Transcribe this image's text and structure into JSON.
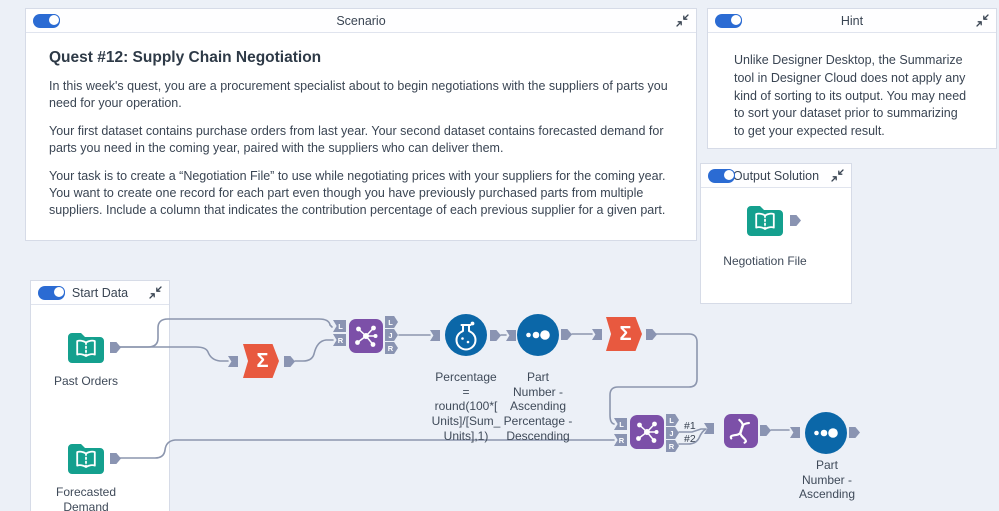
{
  "panels": {
    "scenario": {
      "title": "Scenario",
      "heading": "Quest #12: Supply Chain Negotiation",
      "paragraphs": [
        "In this week's quest, you are a procurement specialist about to begin negotiations with the suppliers of parts you need for your operation.",
        "Your first dataset contains purchase orders from last year. Your second dataset contains forecasted demand for parts you need in the coming year, paired with the suppliers who can deliver them.",
        "Your task is to create a “Negotiation File” to use while negotiating prices with your suppliers for the coming year. You want to create one record for each part even though you have previously purchased parts from multiple suppliers. Include a column that indicates the contribution percentage of each previous supplier for a given part."
      ]
    },
    "hint": {
      "title": "Hint",
      "body": "Unlike Designer Desktop, the Summarize tool in Designer Cloud does not apply any kind of sorting to its output. You may need to sort your dataset prior to summarizing to get your expected result."
    },
    "output_solution": {
      "title": "Output Solution",
      "node_label": "Negotiation File"
    },
    "start_data": {
      "title": "Start Data",
      "past_orders_label": "Past Orders",
      "forecasted_demand_label": "Forecasted Demand"
    }
  },
  "workflow": {
    "formula_label": "Percentage\n=\nround(100*[\nUnits]/[Sum_\nUnits],1)",
    "sort1_label": "Part\nNumber -\nAscending\nPercentage -\nDescending",
    "sort2_label": "Part\nNumber -\nAscending",
    "connection_labels": {
      "first": "#1",
      "second": "#2"
    },
    "anchors": {
      "l": "L",
      "j": "J",
      "r": "R"
    }
  },
  "icons": {
    "summarize_glyph": "Σ"
  },
  "colors": {
    "toggle_blue": "#2B6BD3",
    "summarize_orange": "#E8593F",
    "join_union_purple": "#7C50A8",
    "formula_sort_blue": "#0B67A8",
    "dataset_teal": "#14A08E",
    "wire_gray": "#8C96AE"
  }
}
